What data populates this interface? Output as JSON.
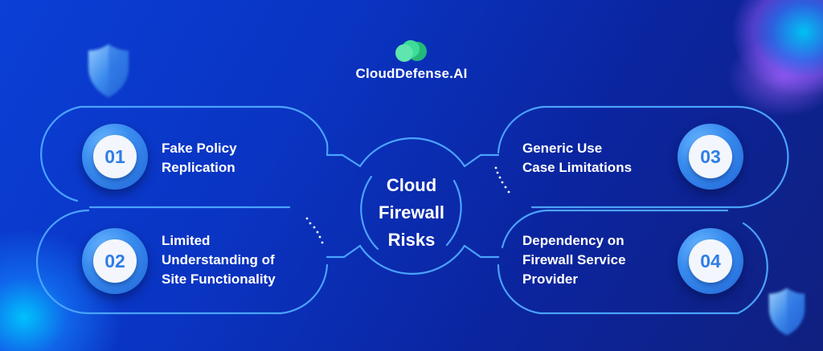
{
  "brand": {
    "name": "CloudDefense.AI",
    "logo_icon": "cloud-icon",
    "logo_color": "#3ddc97"
  },
  "center": {
    "title_lines": [
      "Cloud",
      "Firewall",
      "Risks"
    ]
  },
  "items": [
    {
      "number": "01",
      "lines": [
        "Fake Policy",
        "Replication"
      ],
      "side": "left"
    },
    {
      "number": "02",
      "lines": [
        "Limited",
        "Understanding of",
        "Site Functionality"
      ],
      "side": "left"
    },
    {
      "number": "03",
      "lines": [
        "Generic Use",
        "Case Limitations"
      ],
      "side": "right"
    },
    {
      "number": "04",
      "lines": [
        "Dependency on",
        "Firewall Service",
        "Provider"
      ],
      "side": "right"
    }
  ],
  "decor": {
    "icons": [
      "shield-icon",
      "shield-icon"
    ]
  },
  "colors": {
    "background": "#0a34c2",
    "outline": "#4aa3ff",
    "badge_ring": "#3a8ef0",
    "badge_text": "#2f7de6",
    "text": "#ffffff"
  }
}
